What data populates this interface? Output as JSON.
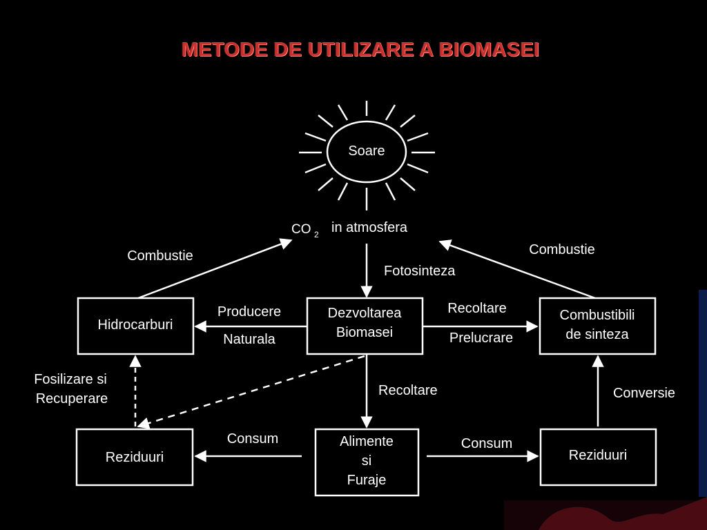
{
  "title": "METODE DE UTILIZARE A BIOMASEI",
  "sun": {
    "label": "Soare"
  },
  "atmosphere": {
    "co2": "CO",
    "co2_sub": "2",
    "text": "in atmosfera"
  },
  "nodes": {
    "hidrocarburi": "Hidrocarburi",
    "dezvoltarea_line1": "Dezvoltarea",
    "dezvoltarea_line2": "Biomasei",
    "combustibili_line1": "Combustibili",
    "combustibili_line2": "de sinteza",
    "reziduuri_left": "Reziduuri",
    "alimente_line1": "Alimente",
    "alimente_line2": "si",
    "alimente_line3": "Furaje",
    "reziduuri_right": "Reziduuri"
  },
  "edges": {
    "combustie_left": "Combustie",
    "combustie_right": "Combustie",
    "fotosinteza": "Fotosinteza",
    "producere": "Producere",
    "naturala": "Naturala",
    "recoltare_top": "Recoltare",
    "prelucrare": "Prelucrare",
    "fosilizare": "Fosilizare si",
    "recuperare": "Recuperare",
    "recoltare_mid": "Recoltare",
    "conversie": "Conversie",
    "consum_left": "Consum",
    "consum_right": "Consum"
  },
  "colors": {
    "title": "#c5322f",
    "lines": "#ffffff",
    "background": "#000000"
  }
}
